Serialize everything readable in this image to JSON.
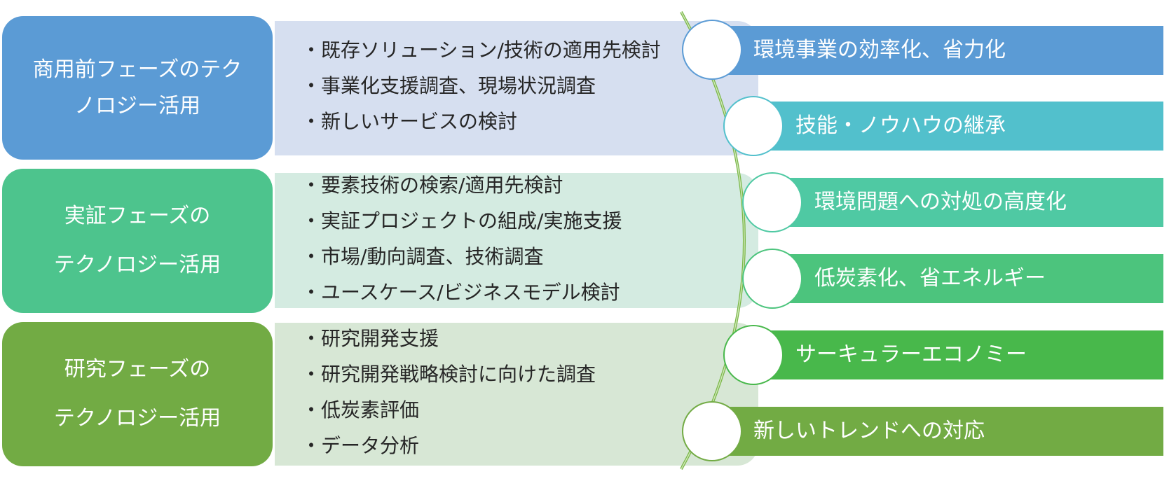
{
  "phases": [
    {
      "label_lines": [
        "商用前フェーズのテク",
        "ノロジー活用"
      ],
      "box_color": "#5b9bd5",
      "panel_color": "#d6dff0",
      "items": [
        "既存ソリューション/技術の適用先検討",
        "事業化支援調査、現場状況調査",
        "新しいサービスの検討"
      ]
    },
    {
      "label_lines": [
        "実証フェーズの",
        "テクノロジー活用"
      ],
      "box_color": "#4dc48d",
      "panel_color": "#d4ebe1",
      "items": [
        "要素技術の検索/適用先検討",
        "実証プロジェクトの組成/実施支援",
        "市場/動向調査、技術調査",
        "ユースケース/ビジネスモデル検討"
      ]
    },
    {
      "label_lines": [
        "研究フェーズの",
        "テクノロジー活用"
      ],
      "box_color": "#72ab44",
      "panel_color": "#d7e7d5",
      "items": [
        "研究開発支援",
        "研究開発戦略検討に向けた調査",
        "低炭素評価",
        "データ分析"
      ]
    }
  ],
  "outcomes": [
    {
      "label": "環境事業の効率化、省力化",
      "color": "#5b9bd5",
      "node_border": "#5b9bd5"
    },
    {
      "label": "技能・ノウハウの継承",
      "color": "#52c0cc",
      "node_border": "#52c0cc"
    },
    {
      "label": "環境問題への対処の高度化",
      "color": "#4fc9a3",
      "node_border": "#4fc9a3"
    },
    {
      "label": "低炭素化、省エネルギー",
      "color": "#4cc47d",
      "node_border": "#4cc47d"
    },
    {
      "label": "サーキュラーエコノミー",
      "color": "#48b84b",
      "node_border": "#48b84b"
    },
    {
      "label": "新しいトレンドへの対応",
      "color": "#72ab44",
      "node_border": "#72ab44"
    }
  ],
  "arc_color": "#7ab848"
}
